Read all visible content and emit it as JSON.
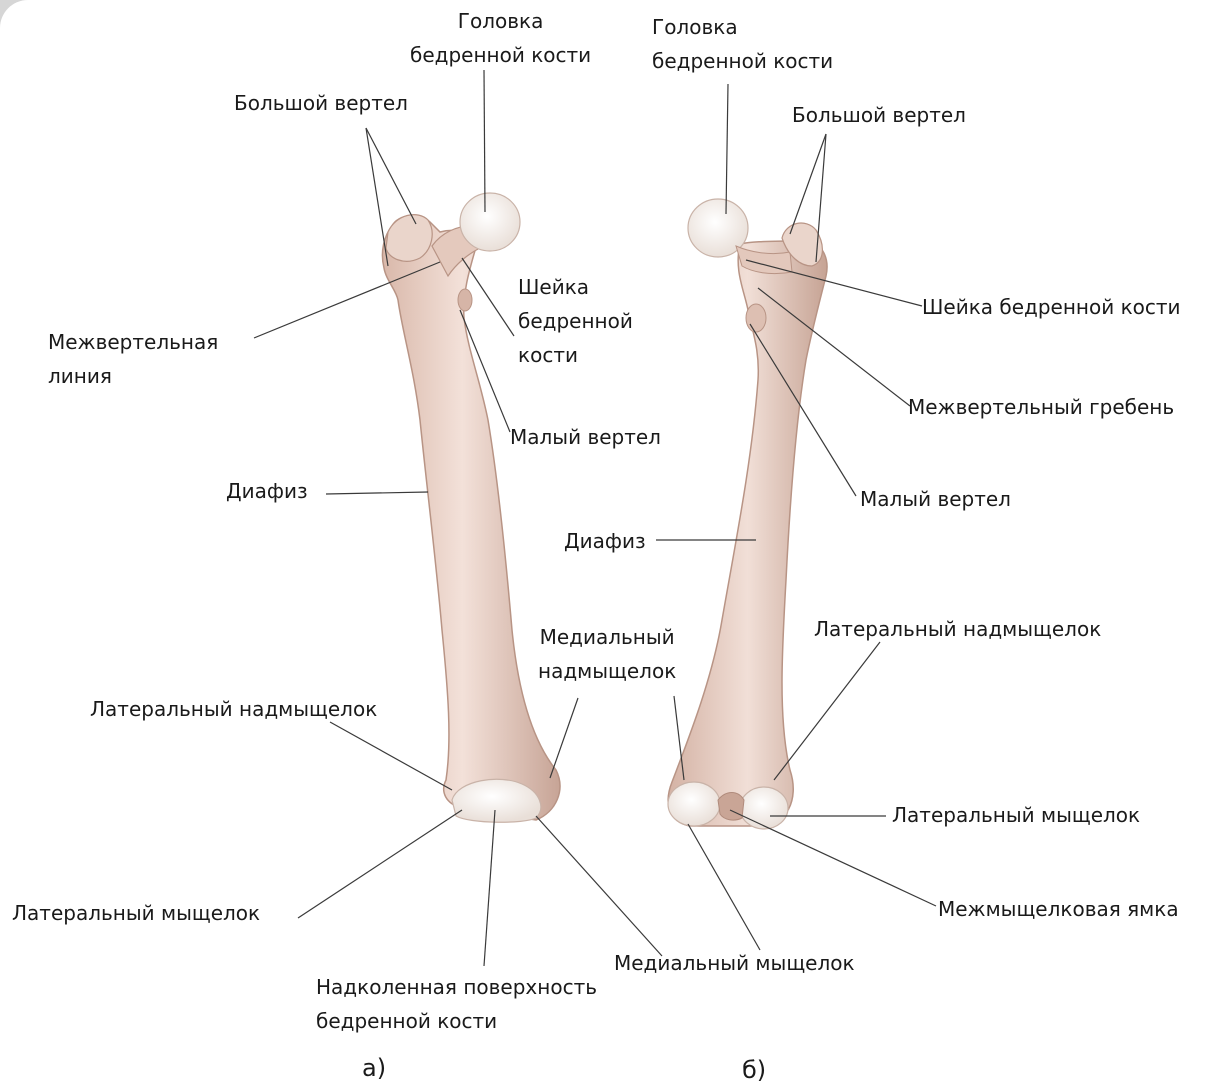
{
  "front_view": {
    "caption": "а)",
    "labels": {
      "head": "Головка\nбедренной кости",
      "greater_trochanter": "Большой вертел",
      "neck": "Шейка\nбедренной\nкости",
      "intertrochanteric_line": "Межвертельная\nлиния",
      "lesser_trochanter": "Малый вертел",
      "diaphysis": "Диафиз",
      "medial_epicondyle": "Медиальный\nнадмыщелок",
      "lateral_epicondyle": "Латеральный надмыщелок",
      "lateral_condyle": "Латеральный мыщелок",
      "patellar_surface": "Надколенная поверхность\nбедренной кости",
      "medial_condyle": "Медиальный мыщелок"
    }
  },
  "back_view": {
    "caption": "б)",
    "labels": {
      "head": "Головка\nбедренной кости",
      "greater_trochanter": "Большой вертел",
      "neck": "Шейка бедренной кости",
      "intertrochanteric_crest": "Межвертельный гребень",
      "lesser_trochanter": "Малый вертел",
      "diaphysis": "Диафиз",
      "lateral_epicondyle": "Латеральный надмыщелок",
      "lateral_condyle": "Латеральный мыщелок",
      "intercondylar_fossa": "Межмыщелковая ямка"
    }
  },
  "colors": {
    "bone": "#e8d0c6",
    "bone_shadow": "#c9a898",
    "cartilage": "#f4efea",
    "leader_line": "#3a3a3a"
  }
}
